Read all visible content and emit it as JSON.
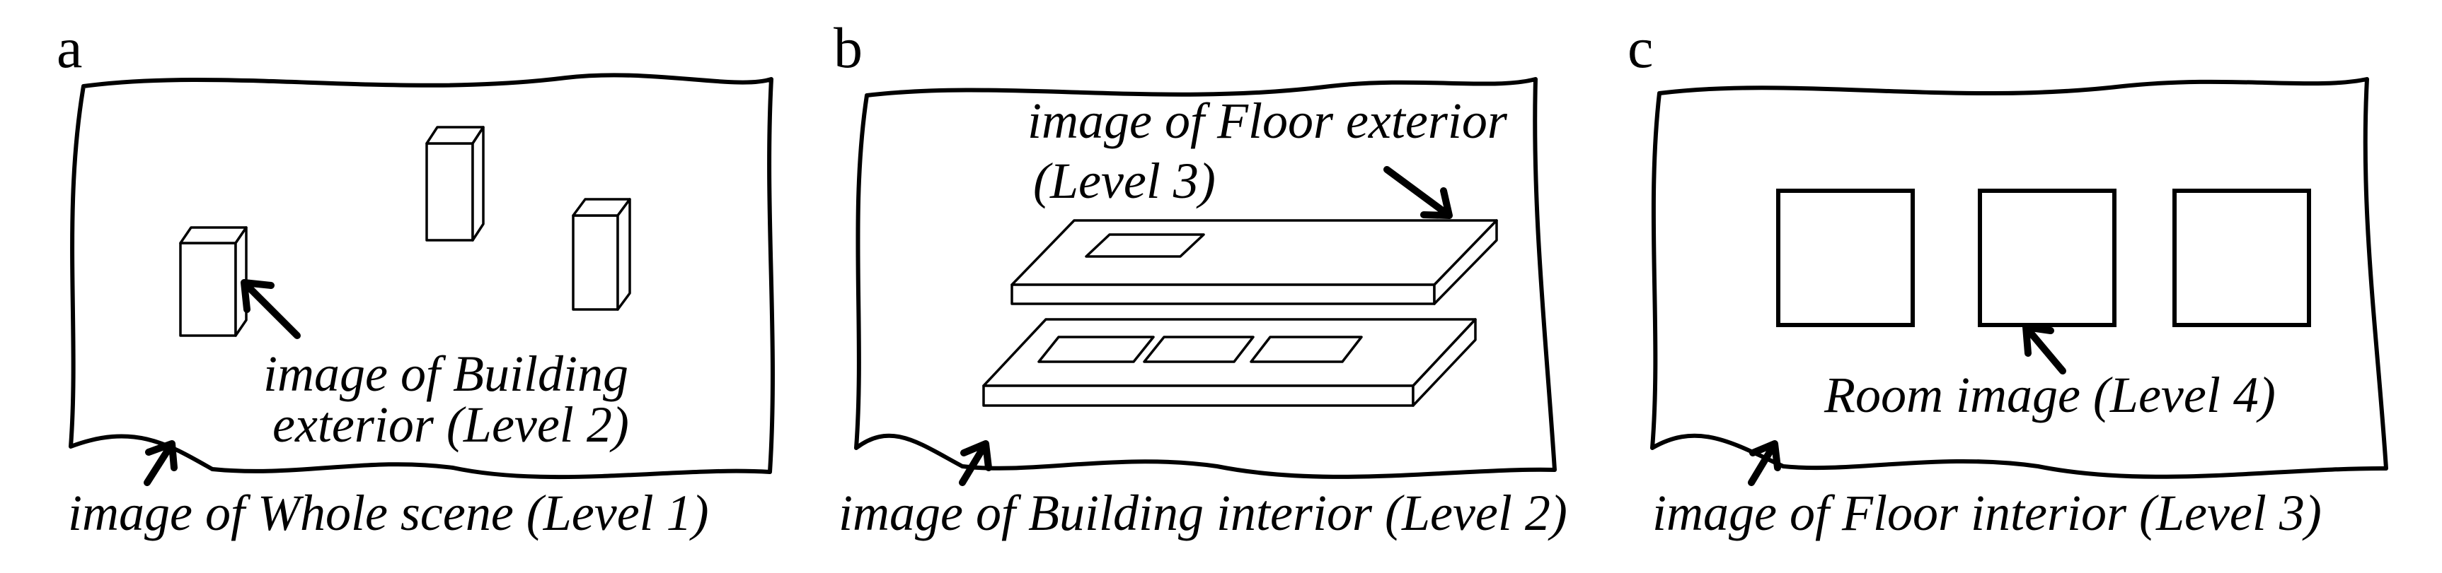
{
  "panels": [
    {
      "letter": "a",
      "labels": [
        "image of Building",
        "exterior (Level 2)"
      ],
      "caption": "image of Whole scene (Level 1)"
    },
    {
      "letter": "b",
      "labels": [
        "image of Floor exterior",
        "(Level 3)"
      ],
      "caption": "image of Building interior (Level 2)"
    },
    {
      "letter": "c",
      "labels": [
        "Room image (Level 4)"
      ],
      "caption": "image of Floor interior (Level 3)"
    }
  ]
}
